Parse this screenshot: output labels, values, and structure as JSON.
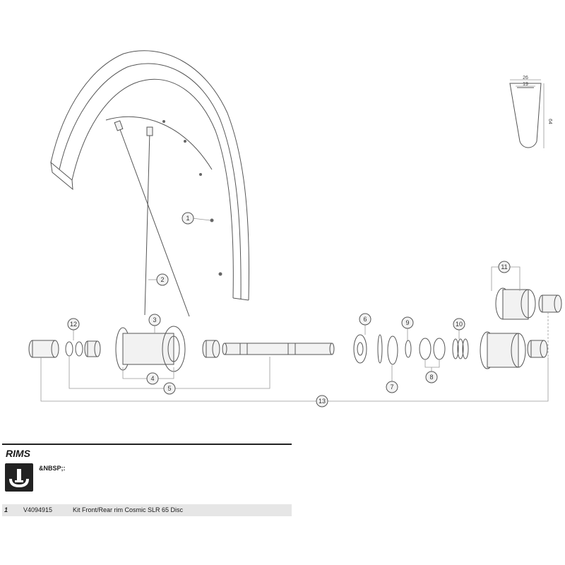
{
  "diagram": {
    "callouts": [
      "1",
      "2",
      "3",
      "4",
      "5",
      "6",
      "7",
      "8",
      "9",
      "10",
      "11",
      "12",
      "13"
    ],
    "profile_dims": {
      "outer_width": "26",
      "inner_width": "19",
      "height": "64"
    }
  },
  "section": {
    "title": "RIMS",
    "note": "&NBSP;:",
    "icon": "wheel-icon"
  },
  "parts_table": {
    "rows": [
      {
        "item": "1",
        "reference": "V4094915",
        "description": "Kit Front/Rear rim Cosmic SLR 65 Disc"
      }
    ]
  }
}
